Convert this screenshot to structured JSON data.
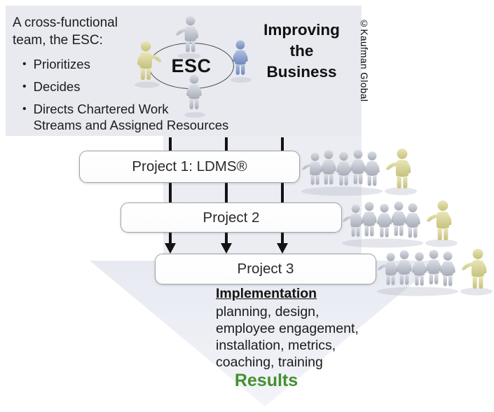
{
  "header": {
    "intro": "A cross-functional\nteam, the ESC:",
    "bullets": [
      "Prioritizes",
      "Decides",
      "Directs Chartered Work\nStreams and Assigned Resources"
    ],
    "bullet_marker": "•",
    "esc_label": "ESC",
    "headline": "Improving\nthe\nBusiness",
    "copyright": "©Kaufman Global"
  },
  "projects": [
    {
      "label": "Project 1: LDMS®"
    },
    {
      "label": "Project 2"
    },
    {
      "label": "Project 3"
    }
  ],
  "implementation": {
    "title": "Implementation",
    "lines": [
      "planning, design,",
      "employee engagement,",
      "installation, metrics,",
      "coaching, training"
    ]
  },
  "results_label": "Results",
  "colors": {
    "panel_bg": "#e9eaf0",
    "band_bg": "#ebedf2",
    "funnel_bg": "#e8ebf1",
    "results_green": "#45902e",
    "arrow_black": "#131313",
    "figure_gray": "#b3b7c1",
    "figure_yellow": "#d3cf8e",
    "figure_blue": "#8098c6"
  }
}
